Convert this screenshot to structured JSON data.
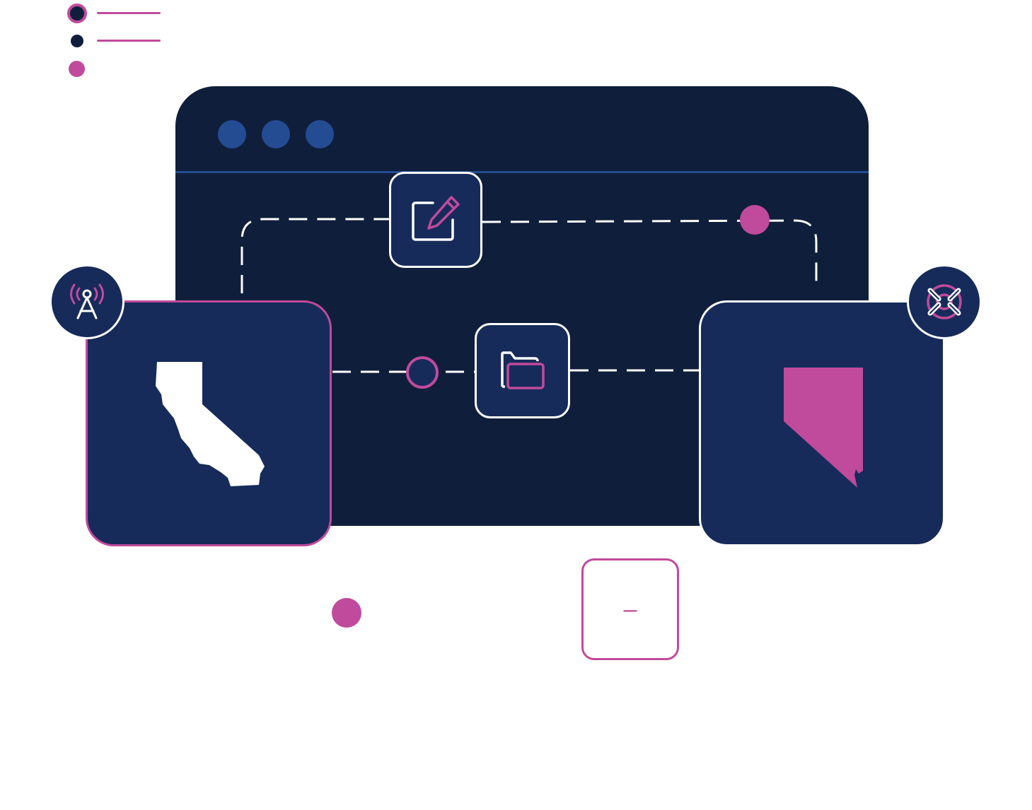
{
  "colors": {
    "navy_dark": "#0f1f3b",
    "navy": "#162b5a",
    "blue_accent": "#244c93",
    "magenta": "#c04a9b",
    "white": "#ffffff"
  },
  "legend": {
    "items": [
      {
        "icon": "ring-dot",
        "has_line": true
      },
      {
        "icon": "navy-dot",
        "has_line": true
      },
      {
        "icon": "magenta-dot",
        "has_line": false
      }
    ]
  },
  "window": {
    "controls": [
      "window-dot",
      "window-dot",
      "window-dot"
    ]
  },
  "nodes": {
    "edit": {
      "icon": "edit-icon"
    },
    "folder": {
      "icon": "folder-icon"
    }
  },
  "cards": {
    "left": {
      "shape": "california-shape",
      "badge_icon": "radio-tower-icon"
    },
    "right": {
      "shape": "nevada-shape",
      "badge_icon": "lifebuoy-icon"
    }
  },
  "minus_box": {
    "label": "–"
  }
}
